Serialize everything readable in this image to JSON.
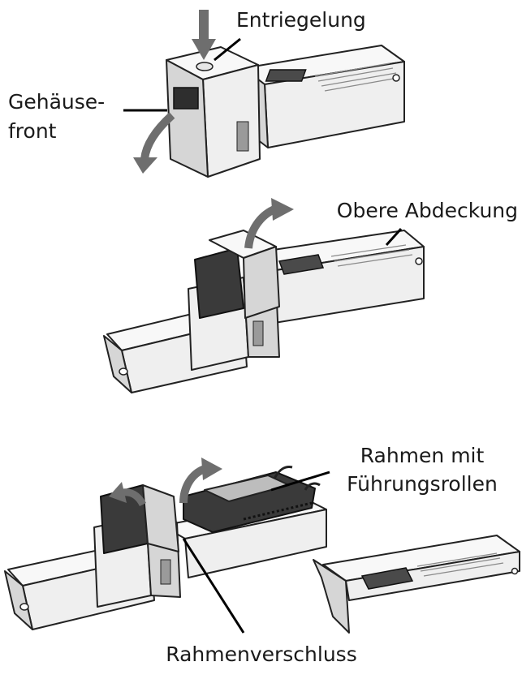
{
  "labels": {
    "entriegelung": "Entriegelung",
    "gehaeuse_line1": "Gehäuse-",
    "gehaeuse_line2": "front",
    "obere_abdeckung": "Obere Abdeckung",
    "rahmen_line1": "Rahmen mit",
    "rahmen_line2": "Führungsrollen",
    "rahmenverschluss": "Rahmenverschluss"
  }
}
